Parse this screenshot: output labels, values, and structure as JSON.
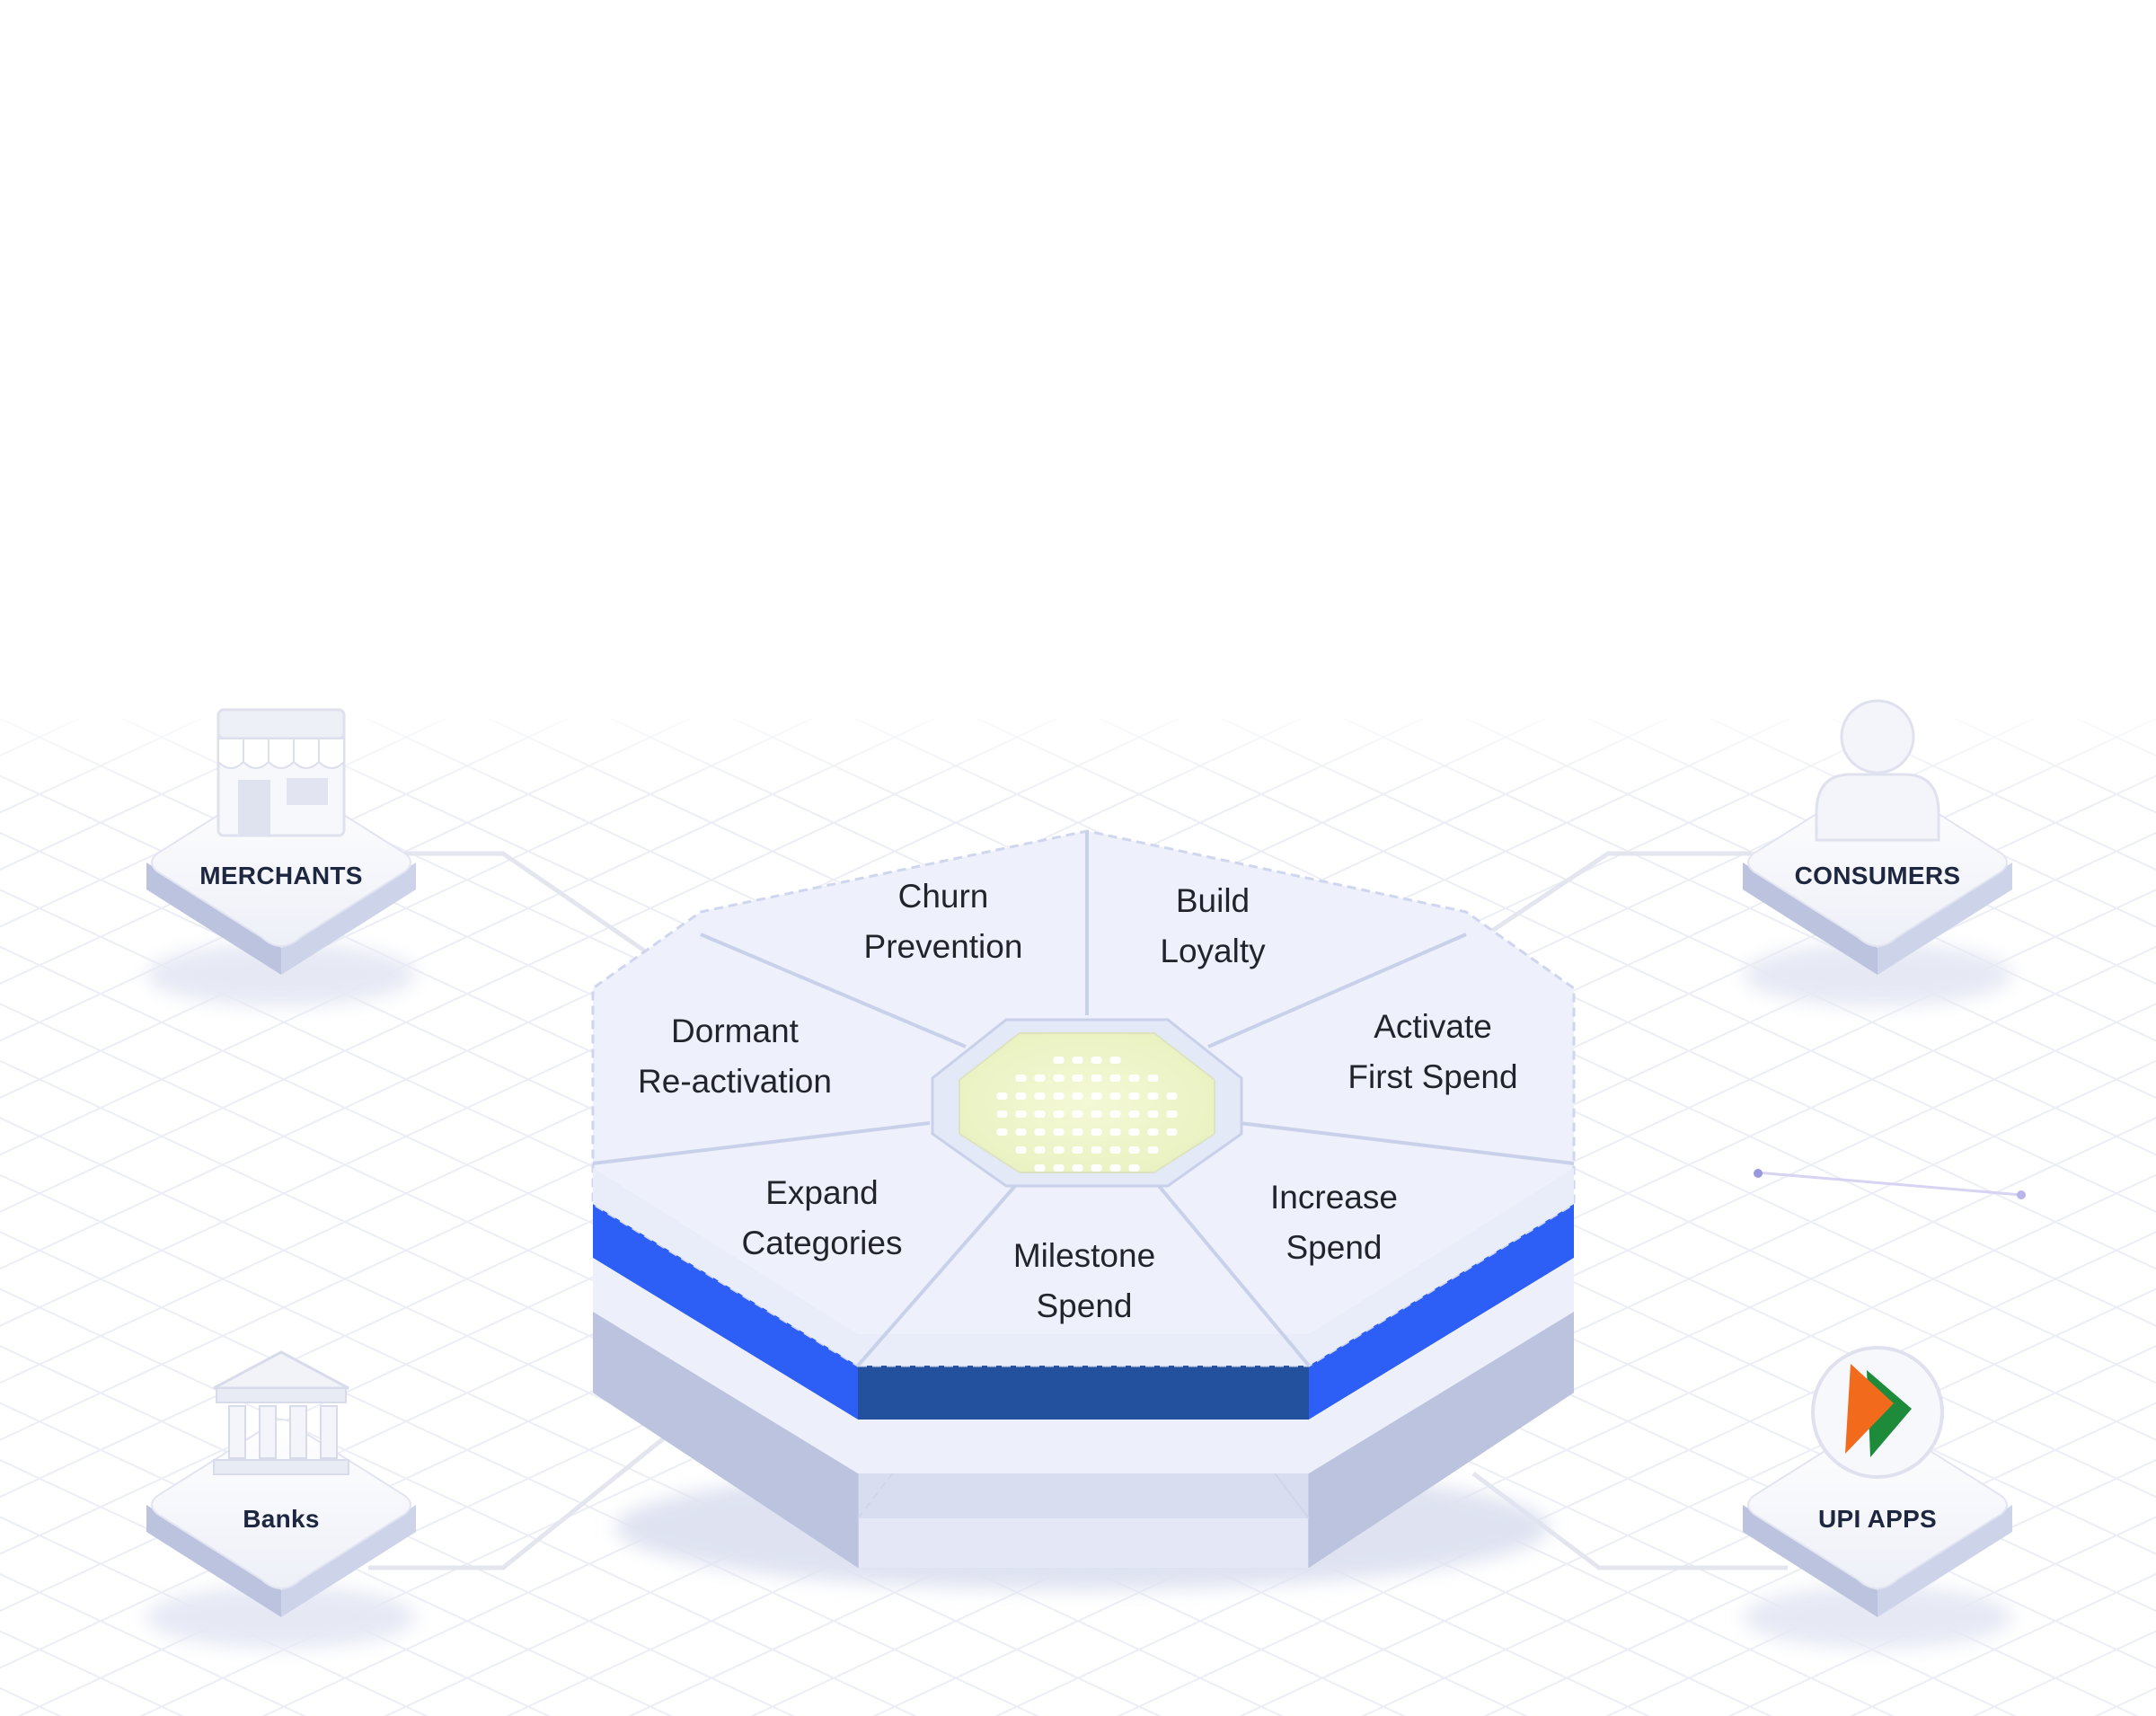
{
  "segments": [
    {
      "id": "churn",
      "lines": [
        "Churn",
        "Prevention"
      ]
    },
    {
      "id": "loyalty",
      "lines": [
        "Build",
        "Loyalty"
      ]
    },
    {
      "id": "activate",
      "lines": [
        "Activate",
        "First Spend"
      ]
    },
    {
      "id": "increase",
      "lines": [
        "Increase",
        "Spend"
      ]
    },
    {
      "id": "milestone",
      "lines": [
        "Milestone",
        "Spend"
      ]
    },
    {
      "id": "expand",
      "lines": [
        "Expand",
        "Categories"
      ]
    },
    {
      "id": "dormant",
      "lines": [
        "Dormant",
        "Re-activation"
      ]
    }
  ],
  "nodes": {
    "merchants": {
      "label": "MERCHANTS",
      "icon": "storefront-icon"
    },
    "consumers": {
      "label": "CONSUMERS",
      "icon": "user-icon"
    },
    "banks": {
      "label": "Banks",
      "icon": "bank-building-icon"
    },
    "upi": {
      "label": "UPI APPS",
      "icon": "bhim-upi-logo-icon"
    }
  },
  "colors": {
    "accent_blue": "#2d5ff7",
    "dark_blue": "#24519e",
    "platform_top": "#eef1fb",
    "platform_side": "#bcc3df",
    "core_glow": "#f1f7cf",
    "upi_orange": "#f26b1d",
    "upi_green": "#1d8b3a"
  }
}
